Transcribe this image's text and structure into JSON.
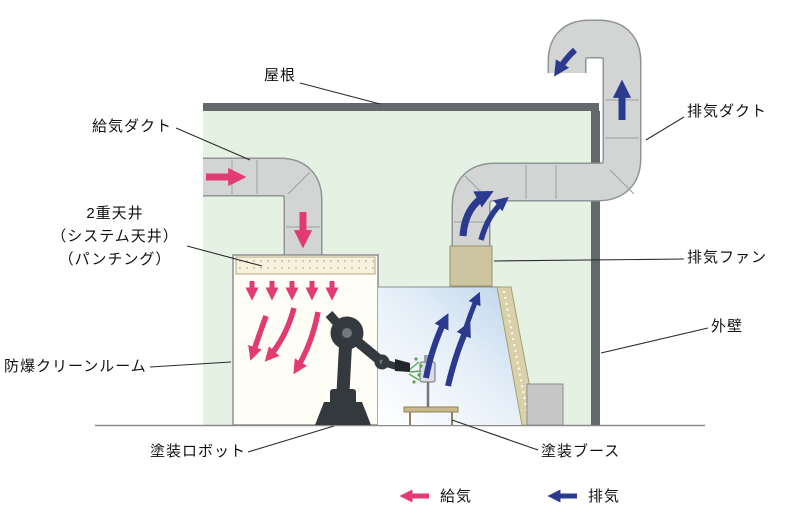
{
  "labels": {
    "roof": "屋根",
    "supply_duct": "給気ダクト",
    "double_ceiling_line1": "2重天井",
    "double_ceiling_line2": "（システム天井）",
    "double_ceiling_line3": "（パンチング）",
    "cleanroom": "防爆クリーンルーム",
    "paint_robot": "塗装ロボット",
    "paint_booth": "塗装ブース",
    "exhaust_duct": "排気ダクト",
    "exhaust_fan": "排気ファン",
    "outer_wall": "外壁"
  },
  "legend": {
    "supply": "給気",
    "exhaust": "排気"
  },
  "colors": {
    "supply_arrow": "#e23b72",
    "exhaust_arrow": "#2b3a8e",
    "building_interior": "#e4f1e3",
    "structure_gray": "#63696b",
    "duct_fill": "#d3d4d4",
    "duct_outline": "#8f9496",
    "exhaust_fan_box": "#ccc5a0",
    "booth_wall": "#d8d1a9",
    "cleanroom_fill": "#fffef6",
    "spray_green": "#57a84d"
  }
}
